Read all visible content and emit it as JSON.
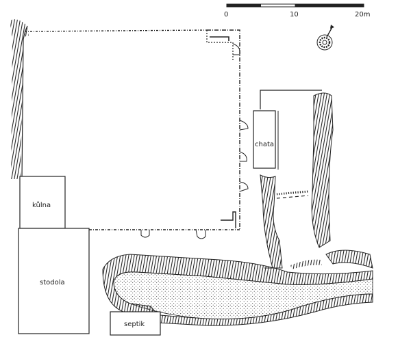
{
  "labels": {
    "kulna": "kůlna",
    "stodola": "stodola",
    "chata": "chata",
    "septik": "septik"
  },
  "scale": {
    "ticks": [
      "0",
      "10",
      "20m"
    ]
  },
  "icons": {
    "north": "north-arrow-compass-icon"
  },
  "colors": {
    "ink": "#222222",
    "paper": "#ffffff"
  }
}
